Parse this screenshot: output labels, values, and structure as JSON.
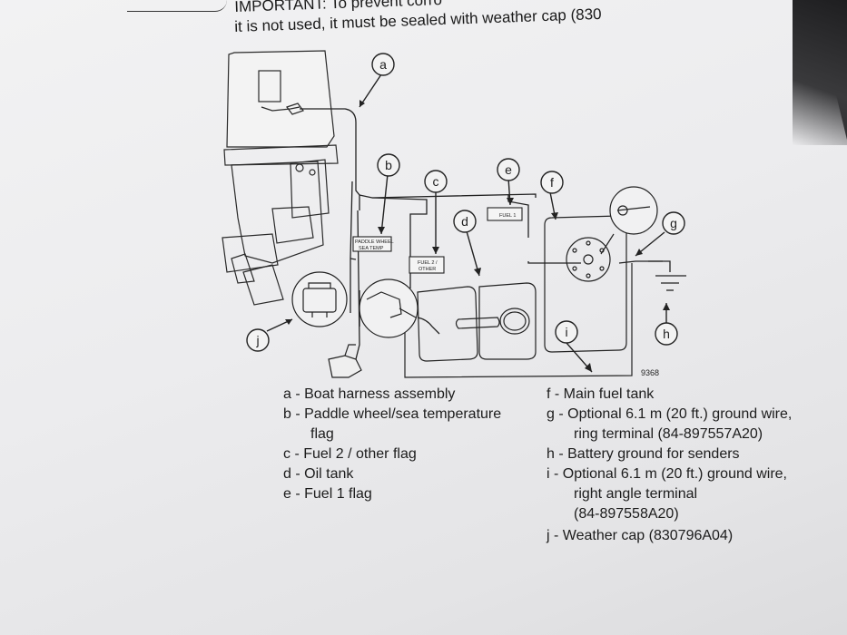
{
  "header": {
    "line1": "IMPORTANT: To prevent corro",
    "line2": "it is not used, it must be sealed with weather cap (830"
  },
  "callouts": [
    "a",
    "b",
    "c",
    "d",
    "e",
    "f",
    "g",
    "h",
    "i",
    "j"
  ],
  "diagram_labels": {
    "paddle_flag_1": "PADDLE WHEEL",
    "paddle_flag_2": "SEA TEMP",
    "fuel2_flag_1": "FUEL 2 /",
    "fuel2_flag_2": "OTHER",
    "fuel1_flag": "FUEL 1",
    "figure_number": "9368"
  },
  "legend_left": [
    {
      "text": "a - Boat harness assembly"
    },
    {
      "text": "b - Paddle wheel/sea temperature",
      "cont": "flag"
    },
    {
      "text": "c - Fuel 2 / other flag"
    },
    {
      "text": "d - Oil tank"
    },
    {
      "text": "e - Fuel 1 flag"
    }
  ],
  "legend_right": [
    {
      "text": "f - Main fuel tank"
    },
    {
      "text": "g - Optional 6.1 m (20 ft.) ground wire,",
      "cont": "ring terminal (84-897557A20)"
    },
    {
      "text": "h - Battery ground for senders"
    },
    {
      "text": "i - Optional 6.1 m (20 ft.) ground wire,",
      "cont": "right angle terminal",
      "cont2": "(84-897558A20)"
    },
    {
      "text": "j - Weather cap (830796A04)"
    }
  ]
}
